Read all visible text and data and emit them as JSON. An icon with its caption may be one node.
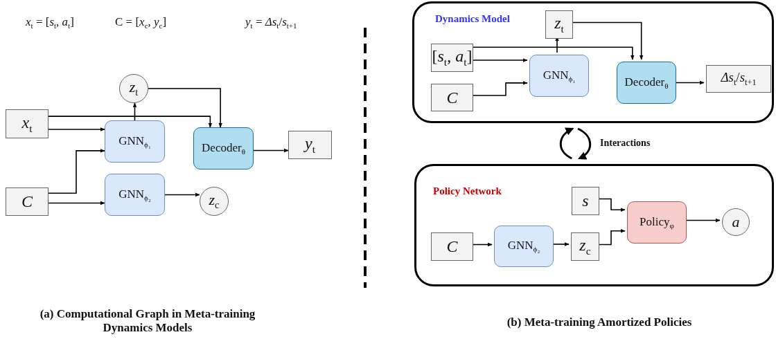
{
  "diagram": {
    "nodes": [
      {
        "text": [
          "*x*$_{t}$"
        ]
      },
      {
        "text": [
          "C"
        ]
      },
      {
        "text": [
          "GNN$_{ϕ₁}$"
        ]
      },
      {
        "text": [
          "GNN$_{ϕ₂}$"
        ]
      },
      {
        "text": [
          "*z*$_{t}$"
        ]
      },
      {
        "text": [
          "Decoder$_{θ}$"
        ]
      },
      {
        "text": [
          "*y*$_{t}$"
        ]
      },
      {
        "text": [
          "*z*$_{c}$"
        ]
      },
      {
        "text": [
          "Dynamics Model"
        ]
      },
      {
        "text": [
          "[*s*$_{t}$, *a*$_{t}$]"
        ],
        "in": 8
      },
      {
        "text": [
          "C"
        ],
        "in": 8
      },
      {
        "text": [
          "GNN$_{ϕ₁}$"
        ],
        "in": 8
      },
      {
        "text": [
          "*z*$_{t}$"
        ],
        "in": 8
      },
      {
        "text": [
          "Decoder$_{θ}$"
        ],
        "in": 8
      },
      {
        "text": [
          "*Δs*$_{t}$/*s*$_{t+1}$"
        ],
        "in": 8
      },
      {
        "text": [
          "Policy Network"
        ]
      },
      {
        "text": [
          "*s*"
        ],
        "in": 15
      },
      {
        "text": [
          "C"
        ],
        "in": 15
      },
      {
        "text": [
          "GNN$_{ϕ₂}$"
        ],
        "in": 15
      },
      {
        "text": [
          "*z*$_{c}$"
        ],
        "in": 15
      },
      {
        "text": [
          "Policy$_{φ}$"
        ],
        "in": 15
      },
      {
        "text": [
          "*a*"
        ],
        "in": 15
      }
    ],
    "edges": [
      {
        "from": 0,
        "to": 2,
        "arrow": "to"
      },
      {
        "from": 0,
        "to": 5,
        "arrow": "to"
      },
      {
        "from": 1,
        "to": 2,
        "arrow": "to"
      },
      {
        "from": 1,
        "to": 3,
        "arrow": "to"
      },
      {
        "from": 2,
        "to": 4,
        "arrow": "to"
      },
      {
        "from": 4,
        "to": 5,
        "arrow": "to"
      },
      {
        "from": 5,
        "to": 6,
        "arrow": "to"
      },
      {
        "from": 3,
        "to": 7,
        "arrow": "to"
      },
      {
        "from": 9,
        "to": 11,
        "arrow": "to"
      },
      {
        "from": 9,
        "to": 13,
        "arrow": "to"
      },
      {
        "from": 10,
        "to": 11,
        "arrow": "to"
      },
      {
        "from": 11,
        "to": 12,
        "arrow": "to"
      },
      {
        "from": 12,
        "to": 13,
        "arrow": "to"
      },
      {
        "from": 13,
        "to": 14,
        "arrow": "to"
      },
      {
        "from": 17,
        "to": 18,
        "arrow": "to"
      },
      {
        "from": 18,
        "to": 19,
        "arrow": "to"
      },
      {
        "from": 16,
        "to": 20,
        "arrow": "to"
      },
      {
        "from": 19,
        "to": 20,
        "arrow": "to"
      },
      {
        "from": 20,
        "to": 21,
        "arrow": "to"
      },
      {
        "from": 8,
        "to": 15,
        "arrow": "to",
        "label": "Interactions"
      },
      {
        "from": 15,
        "to": 8,
        "arrow": "to"
      }
    ],
    "labels": [
      "*x*$_{t}$ = [*s*$_{t}$, *a*$_{t}$]",
      "C = [*x*$_{c}$, *y*$_{c}$]",
      "*y*$_{t}$ = *Δs*$_{t}$/*s*$_{t+1}$",
      "(a) Computational Graph in Meta-training Dynamics Models",
      "(b) Meta-training Amortized Policies"
    ]
  }
}
